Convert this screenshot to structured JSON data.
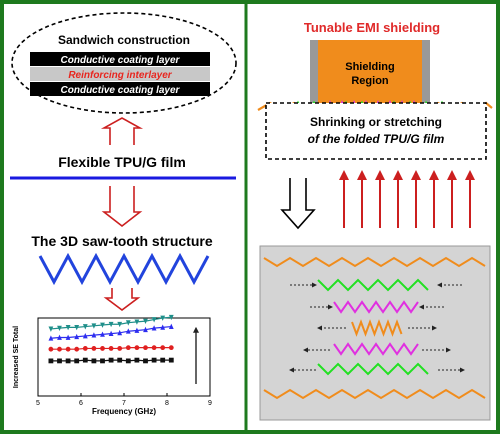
{
  "left_panel": {
    "sandwich_title": "Sandwich construction",
    "layers": [
      {
        "label": "Conductive coating layer",
        "fill": "#000000",
        "text_color": "#ffffff"
      },
      {
        "label": "Reinforcing interlayer",
        "fill": "#c8c8c8",
        "text_color": "#e8261f"
      },
      {
        "label": "Conductive coating layer",
        "fill": "#000000",
        "text_color": "#ffffff"
      }
    ],
    "film_label": "Flexible TPU/G film",
    "sawtooth_label": "The 3D saw-tooth structure"
  },
  "chart_data": {
    "type": "line",
    "ylabel": "Increased SE Total",
    "xlabel": "Frequency (GHz)",
    "xlim": [
      5,
      9
    ],
    "x_ticks": [
      "5",
      "6",
      "7",
      "8",
      "9"
    ],
    "series": [
      {
        "color": "#1f8f8a",
        "marker": "triangle-down",
        "x": [
          5.3,
          5.5,
          5.7,
          5.9,
          6.1,
          6.3,
          6.5,
          6.7,
          6.9,
          7.1,
          7.3,
          7.5,
          7.7,
          7.9,
          8.1
        ],
        "y": [
          0.86,
          0.87,
          0.88,
          0.88,
          0.89,
          0.9,
          0.91,
          0.92,
          0.92,
          0.94,
          0.95,
          0.96,
          0.98,
          1.0,
          1.01
        ]
      },
      {
        "color": "#2d2df0",
        "marker": "triangle-up",
        "x": [
          5.3,
          5.5,
          5.7,
          5.9,
          6.1,
          6.3,
          6.5,
          6.7,
          6.9,
          7.1,
          7.3,
          7.5,
          7.7,
          7.9,
          8.1
        ],
        "y": [
          0.74,
          0.75,
          0.75,
          0.76,
          0.77,
          0.78,
          0.79,
          0.8,
          0.81,
          0.83,
          0.84,
          0.85,
          0.87,
          0.88,
          0.89
        ]
      },
      {
        "color": "#e02020",
        "marker": "circle",
        "x": [
          5.3,
          5.5,
          5.7,
          5.9,
          6.1,
          6.3,
          6.5,
          6.7,
          6.9,
          7.1,
          7.3,
          7.5,
          7.7,
          7.9,
          8.1
        ],
        "y": [
          0.6,
          0.6,
          0.6,
          0.6,
          0.61,
          0.61,
          0.61,
          0.61,
          0.61,
          0.62,
          0.62,
          0.62,
          0.62,
          0.62,
          0.62
        ]
      },
      {
        "color": "#111111",
        "marker": "square",
        "x": [
          5.3,
          5.5,
          5.7,
          5.9,
          6.1,
          6.3,
          6.5,
          6.7,
          6.9,
          7.1,
          7.3,
          7.5,
          7.7,
          7.9,
          8.1
        ],
        "y": [
          0.45,
          0.45,
          0.45,
          0.45,
          0.46,
          0.45,
          0.45,
          0.46,
          0.46,
          0.45,
          0.46,
          0.45,
          0.46,
          0.46,
          0.46
        ]
      }
    ]
  },
  "right_panel": {
    "title": "Tunable EMI shielding",
    "shielding_label_1": "Shielding",
    "shielding_label_2": "Region",
    "box_line1": "Shrinking or stretching",
    "box_line2": "of the folded TPU/G film"
  },
  "colors": {
    "frame_green": "#1e7a1e",
    "arrow_red": "#cc1f1f",
    "title_red": "#e02a2a",
    "shield_orange": "#f08c1c",
    "wave_orange": "#f08c1c",
    "wave_green": "#22e022",
    "wave_magenta": "#e030e0",
    "sawtooth_blue": "#2244dd",
    "film_blue": "#1a1ae0",
    "grey_panel": "#d4d4d4"
  }
}
